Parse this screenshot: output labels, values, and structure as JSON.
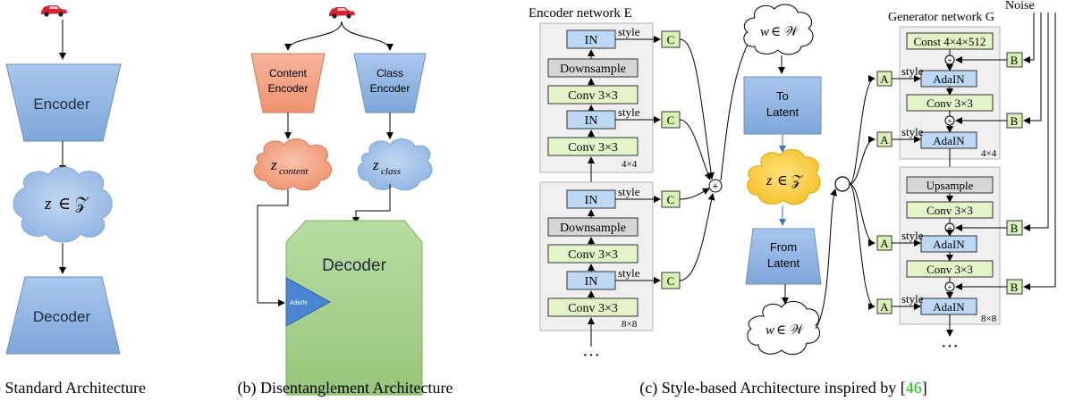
{
  "panel_a": {
    "encoder": "Encoder",
    "latent_var": "z",
    "latent_rest": "∈ 𝒵",
    "decoder": "Decoder",
    "caption": "(a) Standard Architecture"
  },
  "panel_b": {
    "content_encoder_line1": "Content",
    "content_encoder_line2": "Encoder",
    "class_encoder_line1": "Class",
    "class_encoder_line2": "Encoder",
    "z_content_var": "z",
    "z_content_sub": "content",
    "z_class_var": "z",
    "z_class_sub": "class",
    "decoder": "Decoder",
    "adain": "AdaIN",
    "caption": "(b) Disentanglement Architecture"
  },
  "panel_c": {
    "encoder_title": "Encoder network E",
    "generator_title": "Generator network G",
    "noise": "Noise",
    "in_label": "IN",
    "downsample": "Downsample",
    "conv": "Conv 3×3",
    "style": "style",
    "c_label": "C",
    "res_4": "4×4",
    "res_8": "8×8",
    "ellipsis": "···",
    "w_var": "w",
    "w_rest": "∈ 𝒲",
    "to_latent_line1": "To",
    "to_latent_line2": "Latent",
    "z_var": "z",
    "z_rest": "∈ 𝒵",
    "from_latent_line1": "From",
    "from_latent_line2": "Latent",
    "const": "Const 4×4×512",
    "a_label": "A",
    "b_label": "B",
    "adain": "AdaIN",
    "upsample": "Upsample",
    "caption_text": "(c) Style-based Architecture inspired by [",
    "caption_ref": "46",
    "caption_end": "]"
  },
  "colors": {
    "blue_block": "#8eb4e3",
    "orange_block": "#f4a582",
    "green_block": "#a9d18e",
    "yellow_cloud": "#ffd24d",
    "ref_green": "#00cc00",
    "car_red": "#d9232e"
  }
}
